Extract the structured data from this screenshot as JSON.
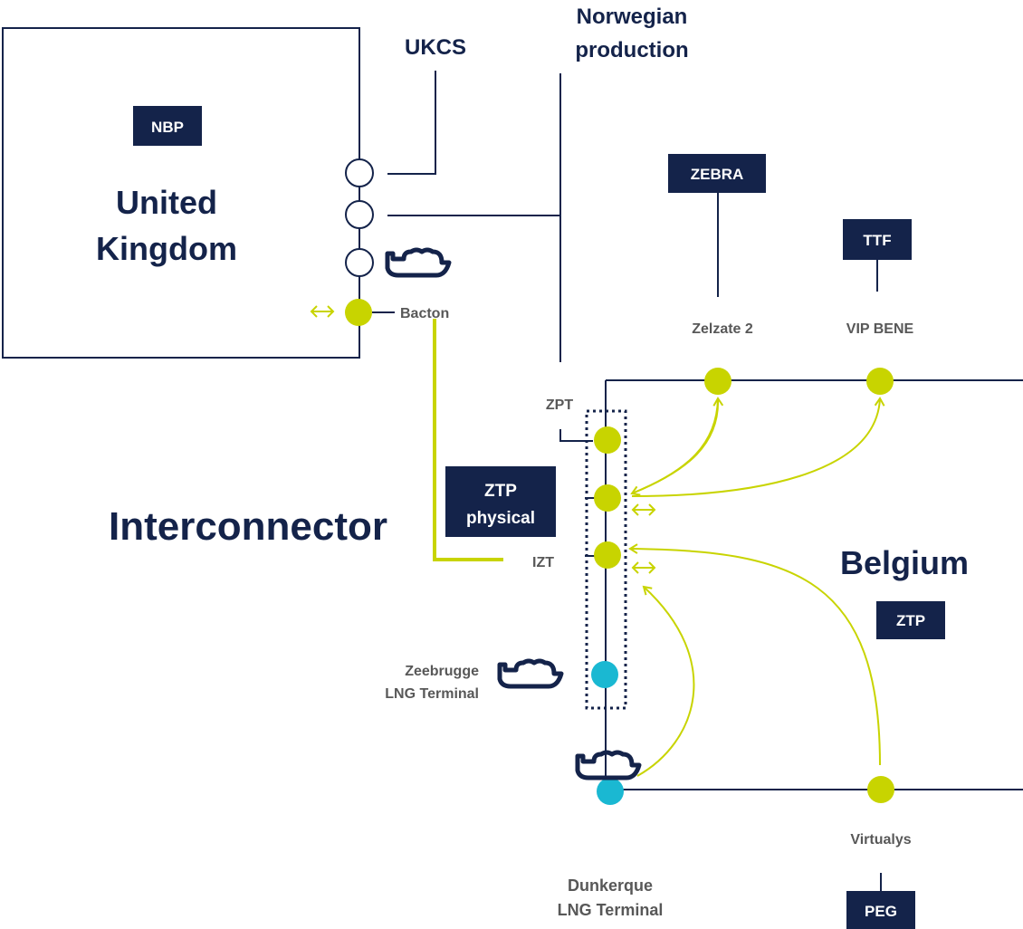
{
  "countries": {
    "uk_line1": "United",
    "uk_line2": "Kingdom",
    "belgium": "Belgium"
  },
  "hubs": {
    "nbp": "NBP",
    "zebra": "ZEBRA",
    "ttf": "TTF",
    "ztp_physical_line1": "ZTP",
    "ztp_physical_line2": "physical",
    "ztp": "ZTP",
    "peg": "PEG"
  },
  "sources": {
    "ukcs": "UKCS",
    "norwegian_line1": "Norwegian",
    "norwegian_line2": "production"
  },
  "points": {
    "bacton": "Bacton",
    "zelzate": "Zelzate 2",
    "vip_bene": "VIP BENE",
    "zpt": "ZPT",
    "izt": "IZT",
    "virtualys": "Virtualys"
  },
  "terminals": {
    "zeebrugge_line1": "Zeebrugge",
    "zeebrugge_line2": "LNG Terminal",
    "dunkerque_line1": "Dunkerque",
    "dunkerque_line2": "LNG Terminal"
  },
  "pipeline": {
    "interconnector": "Interconnector"
  },
  "colors": {
    "navy": "#14234a",
    "lime": "#c8d400",
    "cyan": "#1ab8d2",
    "grey_text": "#585858"
  }
}
